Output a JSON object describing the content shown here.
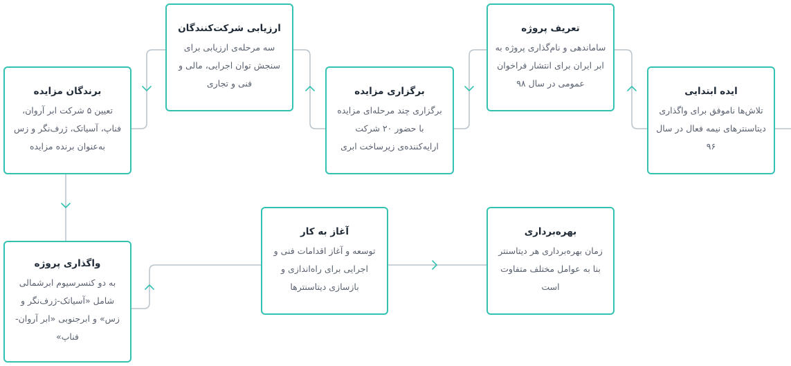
{
  "colors": {
    "border": "#33c2b2",
    "connector": "#b8c3cc",
    "arrow": "#33c2b2",
    "title": "#1f2a36",
    "text": "#5a6270"
  },
  "nodes": {
    "initial_idea": {
      "title": "ایده ابتدایی",
      "desc": "تلاش‌ها ناموفق برای واگذاری دیتاسنترهای نیمه فعال در سال ۹۶"
    },
    "project_definition": {
      "title": "تعریف پروژه",
      "desc": "ساماندهی و نام‌گذاری پروژه به ابر ایران برای انتشار فراخوان عمومی در سال ۹۸"
    },
    "auction_holding": {
      "title": "برگزاری مزایده",
      "desc": "برگزاری چند مرحله‌ای مزایده با حضور ۲۰ شرکت ارایه‌کننده‌ی زیرساخت ابری"
    },
    "participant_evaluation": {
      "title": "ارزیابی شرکت‌کنندگان",
      "desc": "سه مرحله‌ی ارزیابی برای سنجش توان اجرایی، مالی و فنی و تجاری"
    },
    "auction_winners": {
      "title": "برندگان مزایده",
      "desc": "تعیین ۵ شرکت ابر آروان، فناپ، آسیاتک، ژرف‌نگر و زس به‌عنوان برنده مزایده"
    },
    "project_assignment": {
      "title": "واگذاری پروژه",
      "desc": "به دو کنسرسیوم ابرشمالی شامل «آسیاتک-ژرف‌نگر و زس» و ابرجنوبی «ابر آروان-فناپ»"
    },
    "start_work": {
      "title": "آغاز به کار",
      "desc": "توسعه و آغاز اقدامات فنی و اجرایی برای راه‌اندازی و بازسازی دیتاسنترها"
    },
    "operation": {
      "title": "بهره‌برداری",
      "desc": "زمان بهره‌برداری هر دیتاسنتر بنا به عوامل مختلف متفاوت است"
    }
  }
}
